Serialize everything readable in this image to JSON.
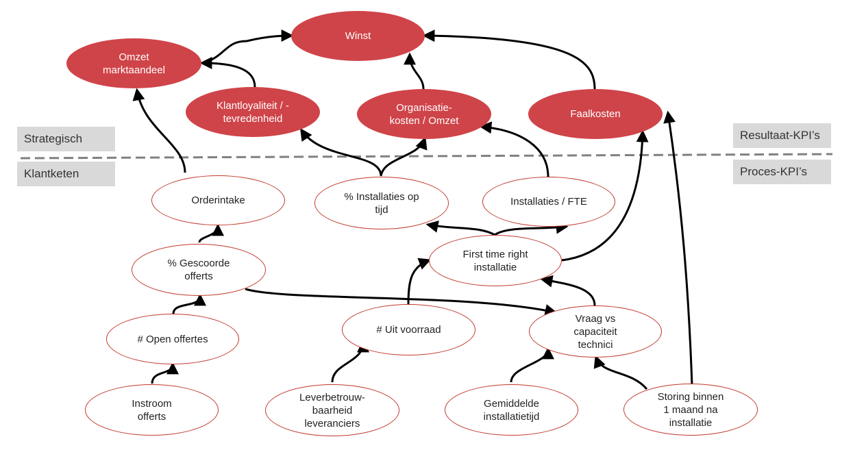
{
  "labels": {
    "strategic": "Strategisch",
    "chain": "Klantketen",
    "result_kpi": "Resultaat-KPI’s",
    "process_kpi": "Proces-KPI’s"
  },
  "nodes": {
    "winst": "Winst",
    "omzet": "Omzet\nmarktaandeel",
    "klantloyaliteit": "Klantloyaliteit / -\ntevredenheid",
    "organisatiekosten": "Organisatie-\nkosten / Omzet",
    "faalkosten": "Faalkosten",
    "orderintake": "Orderintake",
    "installaties_op_tijd": "% Installaties op\ntijd",
    "installaties_fte": "Installaties / FTE",
    "gescoorde_offertes": "% Gescoorde\nofferts",
    "first_time_right": "First time right\ninstallatie",
    "open_offertes": "# Open offertes",
    "uit_voorraad": "# Uit voorraad",
    "vraag_capaciteit": "Vraag vs\ncapaciteit\ntechnici",
    "instroom_offertes": "Instroom\nofferts",
    "leverbetrouwbaarheid": "Leverbetrouw-\nbaarheid\nleveranciers",
    "installatietijd": "Gemiddelde\ninstallatietijd",
    "storing": "Storing binnen\n1 maand na\ninstallatie"
  },
  "colors": {
    "filled": "#cf4449",
    "outline": "#c0392b",
    "label_bg": "#d9d9d9",
    "divider": "#808080",
    "arrow": "#000000"
  }
}
